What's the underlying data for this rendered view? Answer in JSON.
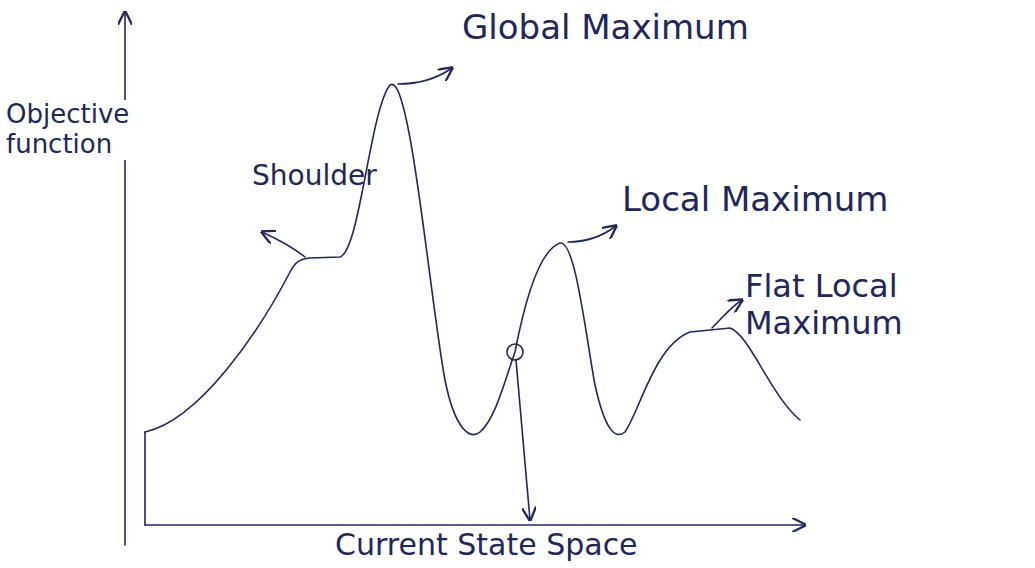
{
  "diagram": {
    "labels": [
      "Objective function",
      "Shoulder",
      "Global Maximum",
      "Local Maximum",
      "Flat Local Maximum",
      "Current State Space"
    ]
  }
}
